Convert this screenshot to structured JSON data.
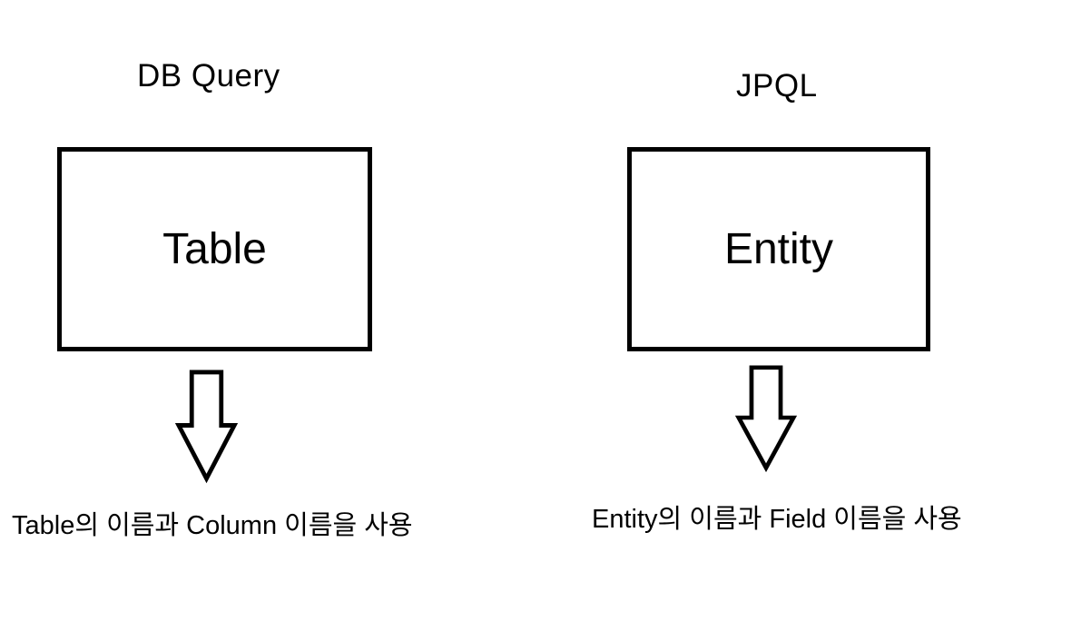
{
  "canvas": {
    "background_color": "#ffffff",
    "ink_color": "#000000"
  },
  "columns": [
    {
      "title": "DB Query",
      "box_label": "Table",
      "caption": "Table의 이름과 Column 이름을 사용"
    },
    {
      "title": "JPQL",
      "box_label": "Entity",
      "caption": "Entity의 이름과 Field 이름을 사용"
    }
  ]
}
